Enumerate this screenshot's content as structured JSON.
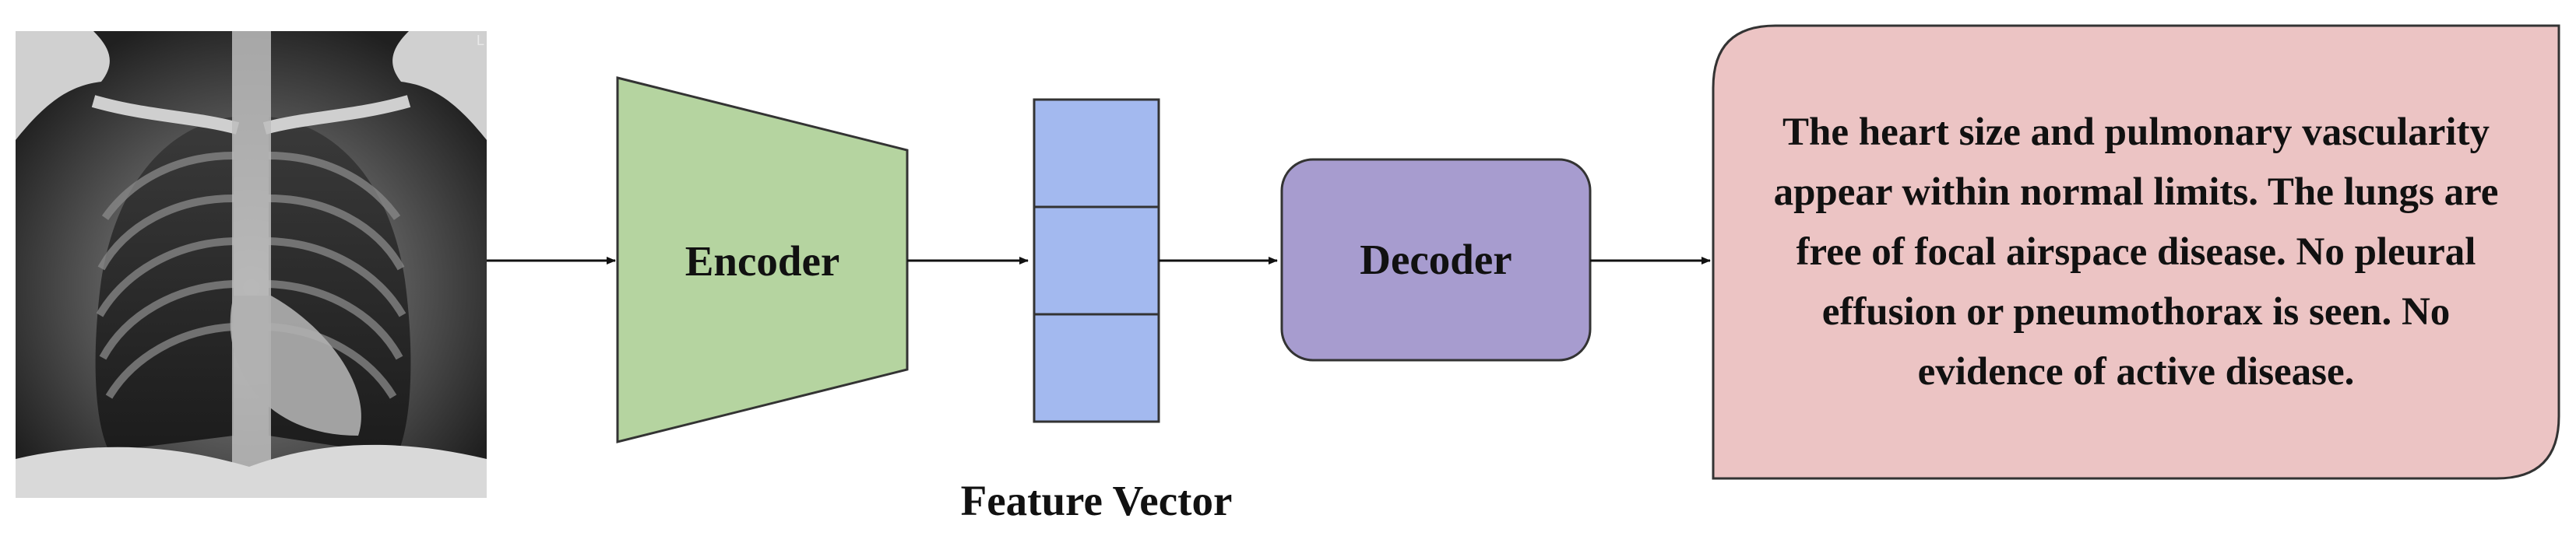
{
  "encoder": {
    "label": "Encoder"
  },
  "feature_vector": {
    "label": "Feature Vector",
    "cells": 3
  },
  "decoder": {
    "label": "Decoder"
  },
  "report": {
    "text": "The heart size and pulmonary vascularity appear within normal limits. The lungs are free of focal airspace disease. No pleural effusion or pneumothorax is seen. No evidence of active disease."
  },
  "xray": {
    "corner_marker": "L"
  },
  "colors": {
    "encoder_fill": "#b5d4a0",
    "feature_fill": "#a3b9ef",
    "decoder_fill": "#a79ccf",
    "report_fill": "#ecc4c4",
    "stroke": "#333333"
  }
}
